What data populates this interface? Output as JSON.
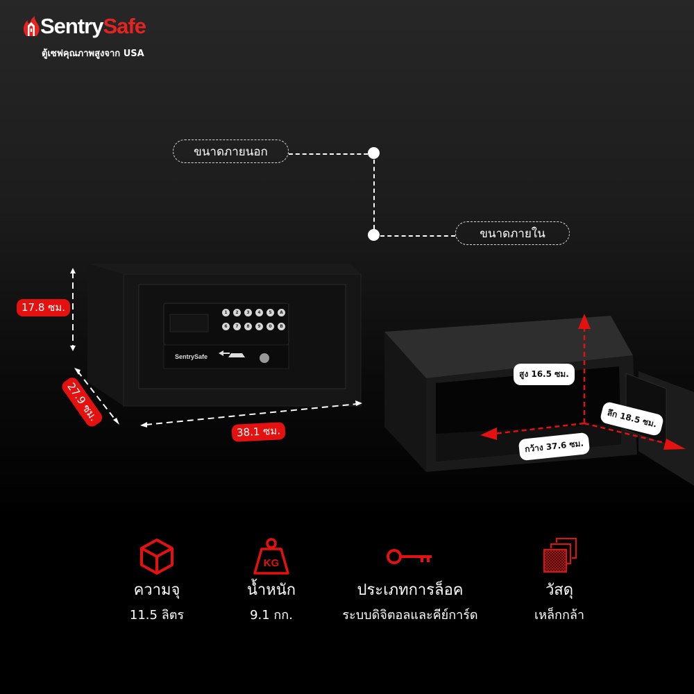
{
  "brand": {
    "name_part1": "Sentry",
    "name_part2": "Safe",
    "tagline": "ตู้เซฟคุณภาพสูงจาก USA",
    "colors": {
      "red": "#e52421",
      "white": "#ffffff",
      "background_top": "#272727",
      "background_bottom": "#000000"
    }
  },
  "legend": {
    "outer_label": "ขนาดภายนอก",
    "inner_label": "ขนาดภายใน"
  },
  "outer_dimensions": {
    "height": "17.8 ซม.",
    "depth": "27.9 ซม.",
    "width": "38.1 ซม."
  },
  "inner_dimensions": {
    "height": "สูง 16.5 ซม.",
    "depth": "ลึก 18.5 ซม.",
    "width": "กว้าง 37.6 ซม."
  },
  "safe_front": {
    "brand_label": "SentrySafe",
    "keypad_row1": [
      "1",
      "2",
      "3",
      "4",
      "5",
      "A"
    ],
    "keypad_row2": [
      "6",
      "7",
      "8",
      "9",
      "0",
      "B"
    ]
  },
  "features": [
    {
      "icon": "cube-icon",
      "title": "ความจุ",
      "value": "11.5 ลิตร"
    },
    {
      "icon": "weight-kg-icon",
      "icon_text": "KG",
      "title": "น้ำหนัก",
      "value": "9.1 กก."
    },
    {
      "icon": "key-icon",
      "title": "ประเภทการล็อค",
      "value": "ระบบดิจิตอลและคีย์การ์ด"
    },
    {
      "icon": "steel-layers-icon",
      "title": "วัสดุ",
      "value": "เหล็กกล้า"
    }
  ]
}
